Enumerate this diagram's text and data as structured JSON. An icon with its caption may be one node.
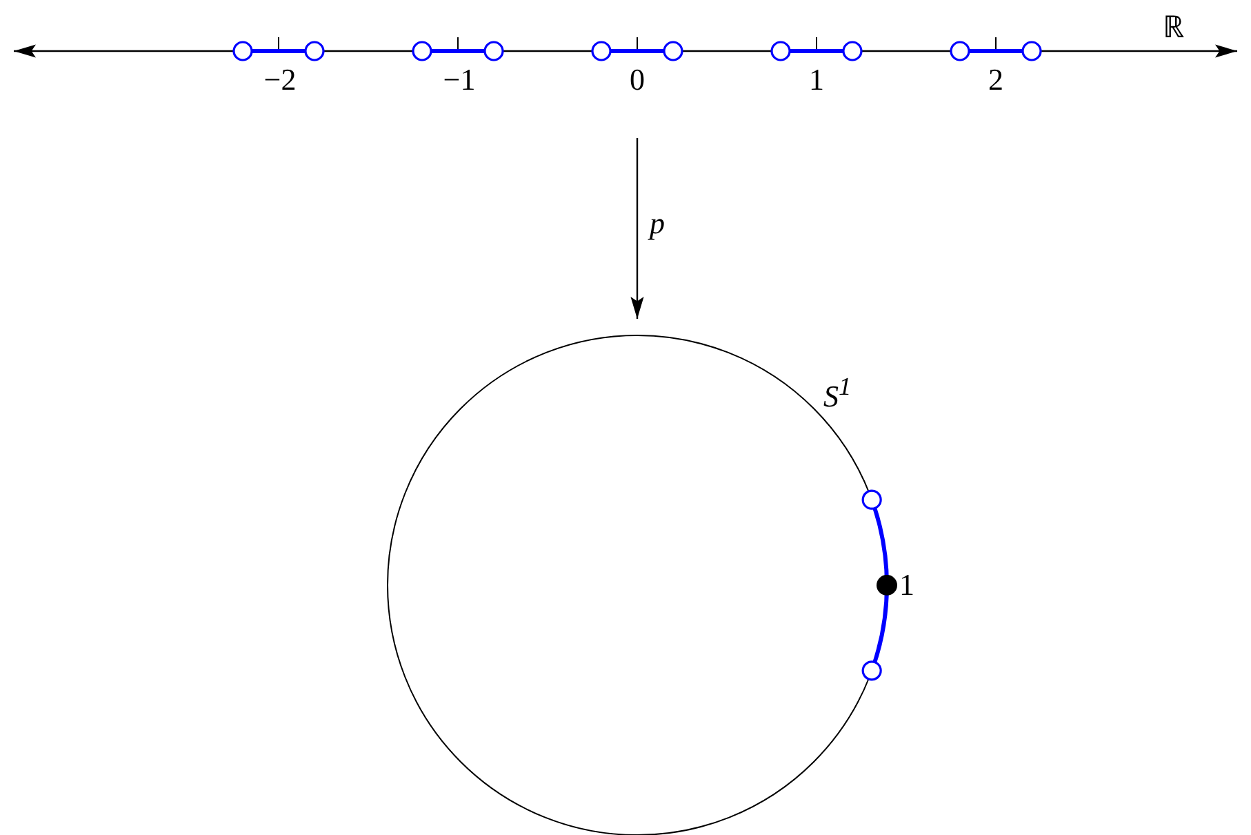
{
  "diagram": {
    "nodes": [
      {
        "text": [
          "ℝ"
        ]
      },
      {
        "text": [
          "S$^{1}$"
        ]
      }
    ],
    "edges": [
      {
        "from": 0,
        "to": 1,
        "arrow": "to",
        "label": "p"
      }
    ],
    "labels": [
      "−2",
      "−1",
      "0",
      "1",
      "2",
      "1"
    ]
  }
}
